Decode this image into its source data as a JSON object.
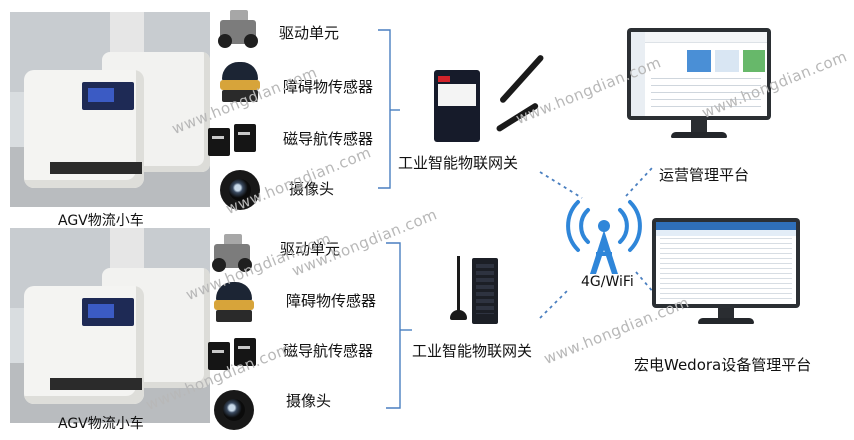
{
  "colors": {
    "connector": "#4a7fc0",
    "tower_blue": "#2f86d9",
    "watermark": "#b8b8b8",
    "gateway_logo_red": "#d2232a"
  },
  "watermark_text": "www.hongdian.com",
  "groups": [
    {
      "agv_caption": "AGV物流小车",
      "components": [
        {
          "label": "驱动单元",
          "icon": "drive-unit-icon"
        },
        {
          "label": "障碍物传感器",
          "icon": "obstacle-sensor-icon"
        },
        {
          "label": "磁导航传感器",
          "icon": "magnetic-navigation-sensor-icon"
        },
        {
          "label": "摄像头",
          "icon": "camera-icon"
        }
      ],
      "gateway_label": "工业智能物联网关"
    },
    {
      "agv_caption": "AGV物流小车",
      "components": [
        {
          "label": "驱动单元",
          "icon": "drive-unit-icon"
        },
        {
          "label": "障碍物传感器",
          "icon": "obstacle-sensor-icon"
        },
        {
          "label": "磁导航传感器",
          "icon": "magnetic-navigation-sensor-icon"
        },
        {
          "label": "摄像头",
          "icon": "camera-icon"
        }
      ],
      "gateway_label": "工业智能物联网关"
    }
  ],
  "network_label": "4G/WiFi",
  "platforms": [
    {
      "label": "运营管理平台"
    },
    {
      "label": "宏电Wedora设备管理平台"
    }
  ]
}
